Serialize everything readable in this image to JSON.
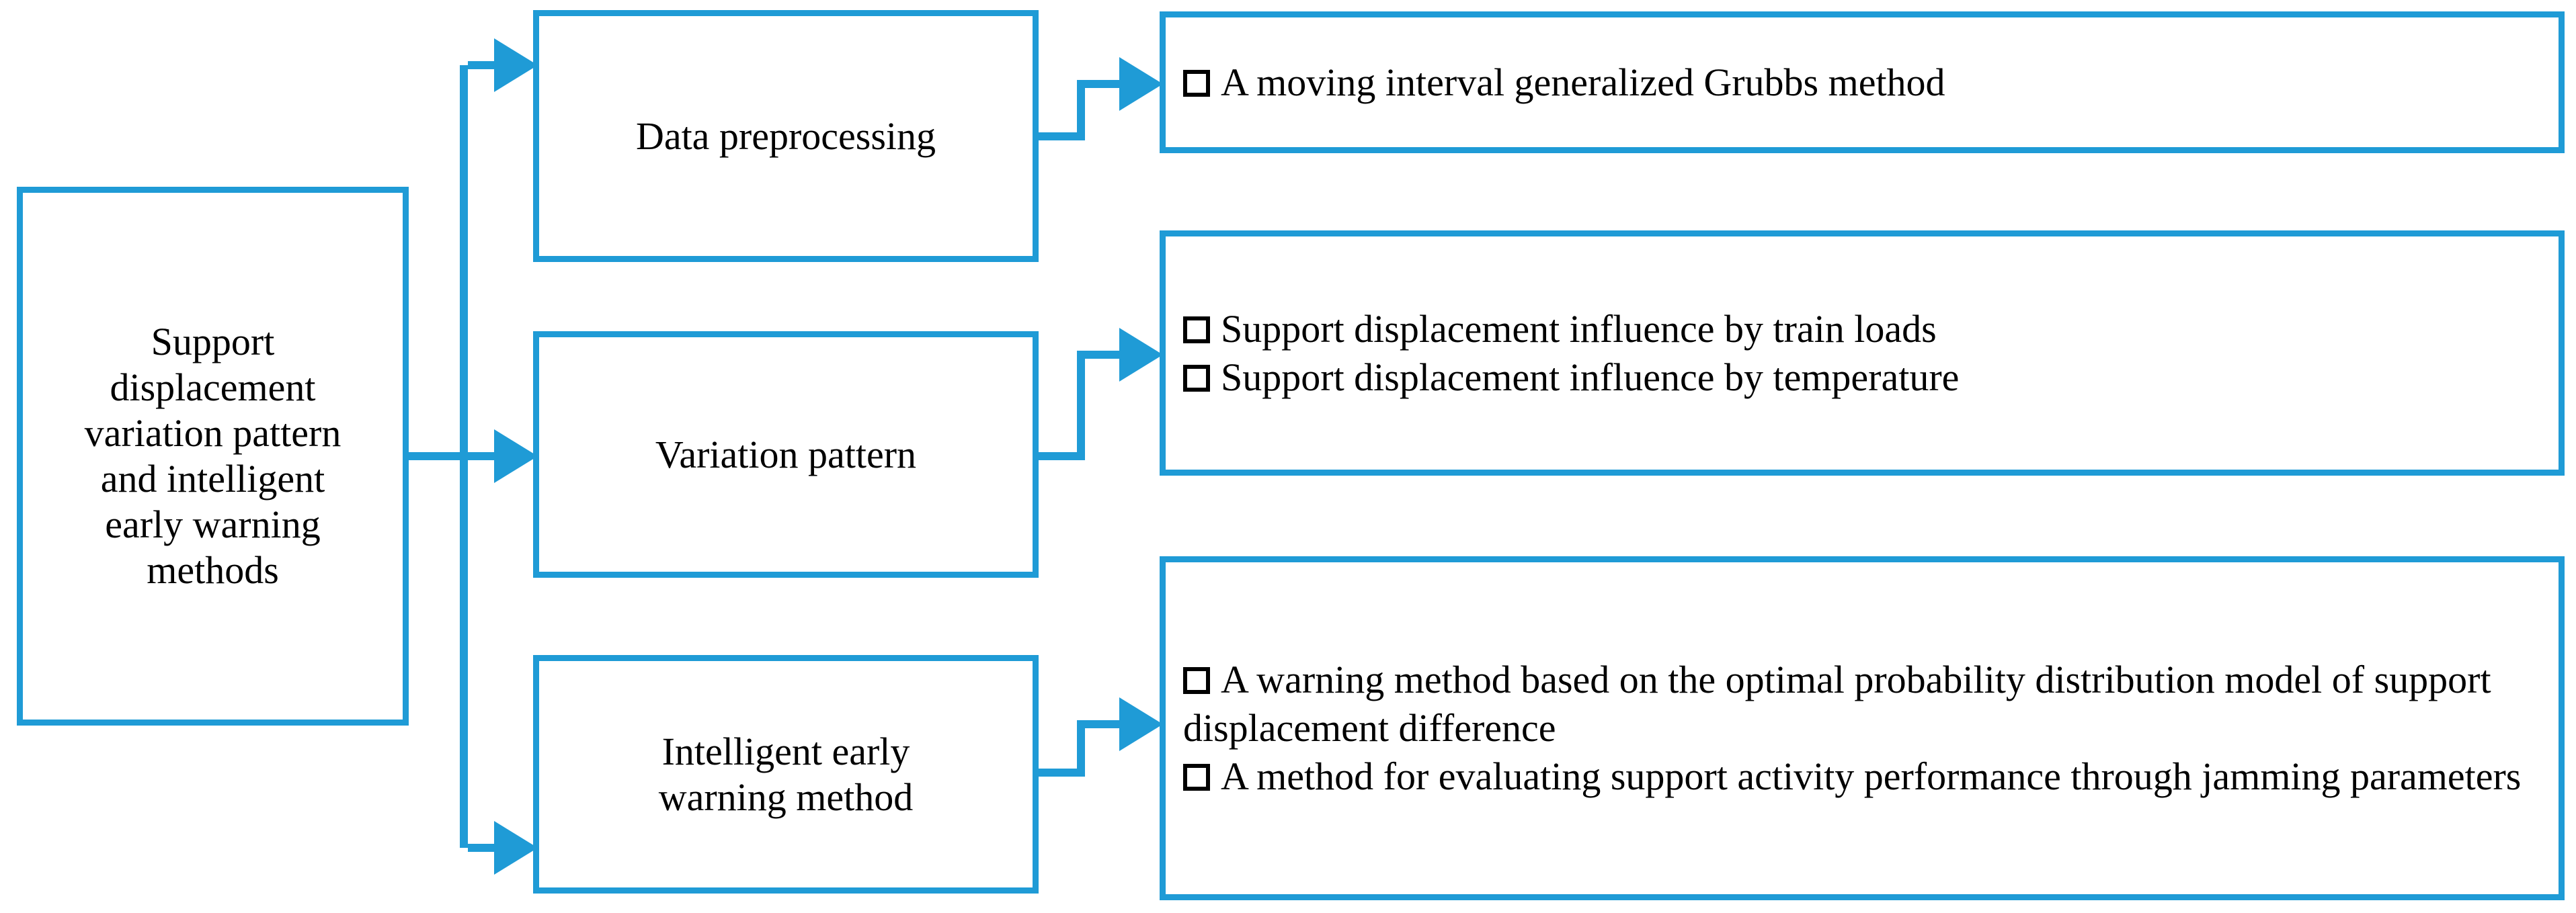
{
  "diagram": {
    "type": "flowchart",
    "orientation": "left-to-right",
    "accent_color": "#1f9bd6",
    "text_color": "#000000",
    "background_color": "#ffffff",
    "checkbox_glyph": "empty-square",
    "root": {
      "label": "Support\ndisplacement\nvariation pattern\nand intelligent\nearly warning\nmethods"
    },
    "stages": [
      {
        "label": "Data preprocessing"
      },
      {
        "label": "Variation pattern"
      },
      {
        "label": "Intelligent early\nwarning method"
      }
    ],
    "details": [
      {
        "items": [
          "A moving interval generalized Grubbs method"
        ]
      },
      {
        "items": [
          "Support displacement influence by train loads",
          "Support displacement influence by temperature"
        ]
      },
      {
        "items": [
          "A warning method based on the optimal probability distribution model of support displacement difference",
          "A method for evaluating support activity performance through jamming parameters"
        ]
      }
    ]
  }
}
